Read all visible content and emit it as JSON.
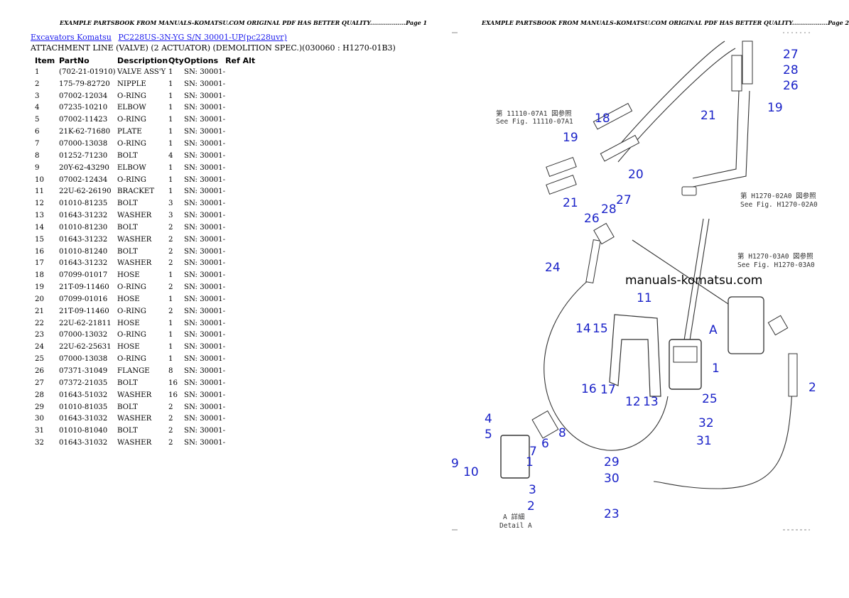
{
  "header": {
    "left": "EXAMPLE PARTSBOOK FROM MANUALS-KOMATSU.COM ORIGINAL PDF HAS BETTER QUALITY..................Page 1",
    "right": "EXAMPLE PARTSBOOK FROM MANUALS-KOMATSU.COM ORIGINAL PDF HAS BETTER QUALITY..................Page 2"
  },
  "breadcrumb": {
    "link1": "Excavators Komatsu",
    "link2": "PC228US-3N-YG S/N 30001-UP(pc228uvr)"
  },
  "subtitle": "ATTACHMENT LINE (VALVE) (2 ACTUATOR) (DEMOLITION SPEC.)(030060 : H1270-01B3)",
  "table": {
    "headers": [
      "Item",
      "PartNo",
      "Description",
      "Qty",
      "Options",
      "Ref Alt"
    ],
    "rows": [
      [
        "1",
        "(702-21-01910)",
        "VALVE ASS'Y",
        "1",
        "SN: 30001-",
        ""
      ],
      [
        "2",
        "175-79-82720",
        "NIPPLE",
        "1",
        "SN: 30001-",
        ""
      ],
      [
        "3",
        "07002-12034",
        "O-RING",
        "1",
        "SN: 30001-",
        ""
      ],
      [
        "4",
        "07235-10210",
        "ELBOW",
        "1",
        "SN: 30001-",
        ""
      ],
      [
        "5",
        "07002-11423",
        "O-RING",
        "1",
        "SN: 30001-",
        ""
      ],
      [
        "6",
        "21K-62-71680",
        "PLATE",
        "1",
        "SN: 30001-",
        ""
      ],
      [
        "7",
        "07000-13038",
        "O-RING",
        "1",
        "SN: 30001-",
        ""
      ],
      [
        "8",
        "01252-71230",
        "BOLT",
        "4",
        "SN: 30001-",
        ""
      ],
      [
        "9",
        "20Y-62-43290",
        "ELBOW",
        "1",
        "SN: 30001-",
        ""
      ],
      [
        "10",
        "07002-12434",
        "O-RING",
        "1",
        "SN: 30001-",
        ""
      ],
      [
        "11",
        "22U-62-26190",
        "BRACKET",
        "1",
        "SN: 30001-",
        ""
      ],
      [
        "12",
        "01010-81235",
        "BOLT",
        "3",
        "SN: 30001-",
        ""
      ],
      [
        "13",
        "01643-31232",
        "WASHER",
        "3",
        "SN: 30001-",
        ""
      ],
      [
        "14",
        "01010-81230",
        "BOLT",
        "2",
        "SN: 30001-",
        ""
      ],
      [
        "15",
        "01643-31232",
        "WASHER",
        "2",
        "SN: 30001-",
        ""
      ],
      [
        "16",
        "01010-81240",
        "BOLT",
        "2",
        "SN: 30001-",
        ""
      ],
      [
        "17",
        "01643-31232",
        "WASHER",
        "2",
        "SN: 30001-",
        ""
      ],
      [
        "18",
        "07099-01017",
        "HOSE",
        "1",
        "SN: 30001-",
        ""
      ],
      [
        "19",
        "21T-09-11460",
        "O-RING",
        "2",
        "SN: 30001-",
        ""
      ],
      [
        "20",
        "07099-01016",
        "HOSE",
        "1",
        "SN: 30001-",
        ""
      ],
      [
        "21",
        "21T-09-11460",
        "O-RING",
        "2",
        "SN: 30001-",
        ""
      ],
      [
        "22",
        "22U-62-21811",
        "HOSE",
        "1",
        "SN: 30001-",
        ""
      ],
      [
        "23",
        "07000-13032",
        "O-RING",
        "1",
        "SN: 30001-",
        ""
      ],
      [
        "24",
        "22U-62-25631",
        "HOSE",
        "1",
        "SN: 30001-",
        ""
      ],
      [
        "25",
        "07000-13038",
        "O-RING",
        "1",
        "SN: 30001-",
        ""
      ],
      [
        "26",
        "07371-31049",
        "FLANGE",
        "8",
        "SN: 30001-",
        ""
      ],
      [
        "27",
        "07372-21035",
        "BOLT",
        "16",
        "SN: 30001-",
        ""
      ],
      [
        "28",
        "01643-51032",
        "WASHER",
        "16",
        "SN: 30001-",
        ""
      ],
      [
        "29",
        "01010-81035",
        "BOLT",
        "2",
        "SN: 30001-",
        ""
      ],
      [
        "30",
        "01643-31032",
        "WASHER",
        "2",
        "SN: 30001-",
        ""
      ],
      [
        "31",
        "01010-81040",
        "BOLT",
        "2",
        "SN: 30001-",
        ""
      ],
      [
        "32",
        "01643-31032",
        "WASHER",
        "2",
        "SN: 30001-",
        ""
      ]
    ]
  },
  "diagram": {
    "watermark": "manuals-komatsu.com",
    "ref_11110_jp": "第 11110-07A1 図参照",
    "ref_11110_en": "See Fig. 11110-07A1",
    "ref_02a0_jp": "第 H1270-02A0 図参照",
    "ref_02a0_en": "See Fig. H1270-02A0",
    "ref_03a0_jp": "第 H1270-03A0 図参照",
    "ref_03a0_en": "See Fig. H1270-03A0",
    "detail_jp": "A 詳細",
    "detail_en": "Detail A",
    "view_letter": "A",
    "callouts": {
      "c1": "1",
      "c1b": "1",
      "c2": "2",
      "c2b": "2",
      "c3": "3",
      "c4": "4",
      "c5": "5",
      "c6": "6",
      "c7": "7",
      "c8": "8",
      "c9": "9",
      "c10": "10",
      "c11": "11",
      "c12": "12",
      "c13": "13",
      "c14": "14",
      "c15": "15",
      "c16": "16",
      "c17": "17",
      "c18": "18",
      "c19": "19",
      "c19b": "19",
      "c20": "20",
      "c21": "21",
      "c21b": "21",
      "c23": "23",
      "c24": "24",
      "c25": "25",
      "c26": "26",
      "c26b": "26",
      "c27": "27",
      "c27b": "27",
      "c28": "28",
      "c28b": "28",
      "c29": "29",
      "c30": "30",
      "c31": "31",
      "c32": "32"
    }
  }
}
